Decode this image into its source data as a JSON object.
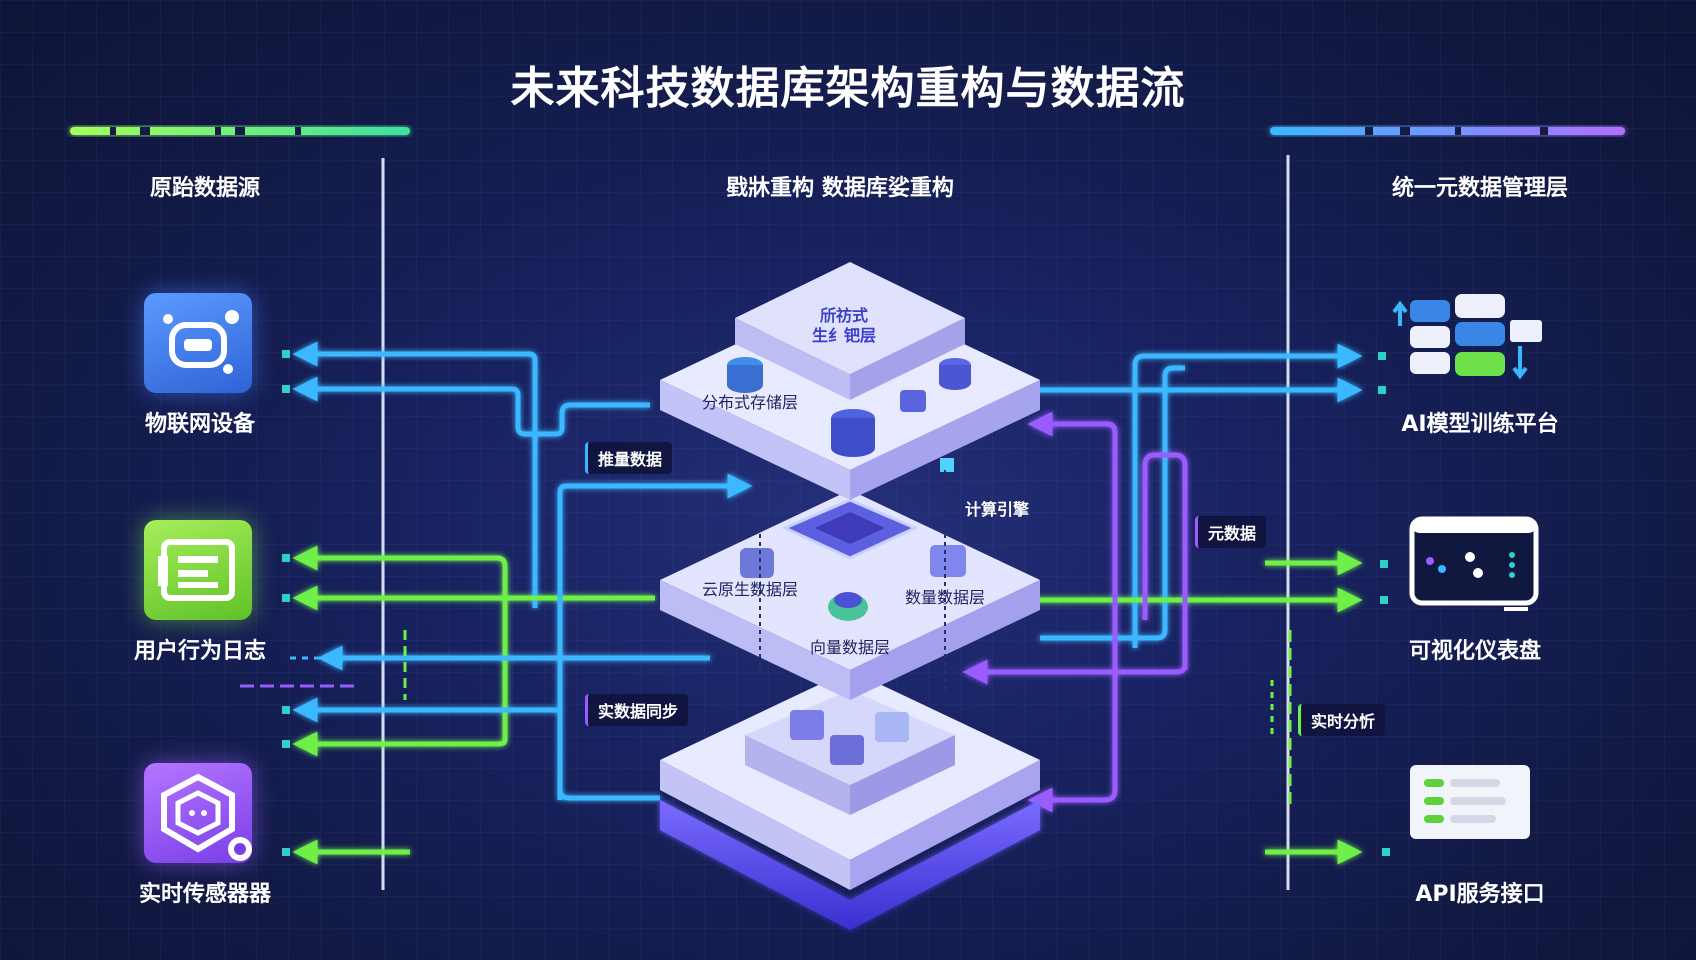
{
  "title": "未来科技数据库架构重构与数据流",
  "columns": {
    "left": "原跆数据源",
    "center": "戥牀重构 数据库娑重构",
    "right": "统一元数据管理层"
  },
  "sources": [
    {
      "label": "物联网设备",
      "icon": "robot-icon"
    },
    {
      "label": "用户行为日志",
      "icon": "log-icon"
    },
    {
      "label": "实时传感器器",
      "icon": "sensor-icon"
    }
  ],
  "targets": [
    {
      "label": "AI模型训练平台",
      "icon": "database-stack-icon"
    },
    {
      "label": "可视化仪表盘",
      "icon": "dashboard-icon"
    },
    {
      "label": "API服务接口",
      "icon": "api-list-icon"
    }
  ],
  "layers": {
    "top_line1": "斦祊式",
    "top_line2": "生纟钯层",
    "distributed": "分布式存储层",
    "cloud_native": "云原生数据层",
    "quantity": "数量数据层",
    "vector": "向量数据层"
  },
  "tags": {
    "batch": "推量数据",
    "compute": "计算引擎",
    "metadata": "元数据",
    "sync": "实数据同步",
    "realtime": "实时分忻"
  },
  "colors": {
    "blue": "#3ab8ff",
    "green": "#6ef04a",
    "purple": "#9a5cff",
    "layer": "#dfe2ff"
  }
}
